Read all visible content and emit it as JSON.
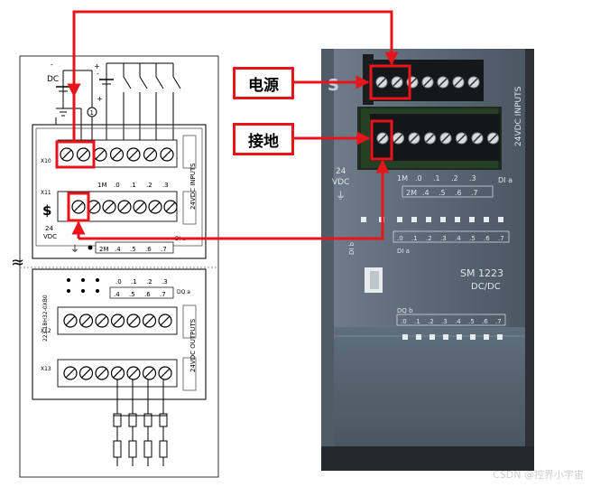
{
  "callouts": {
    "power": "电源",
    "ground": "接地"
  },
  "watermark": "CSDN @控界小宇宙",
  "colors": {
    "accent": "#e8141c",
    "module_body": "#5c6b78",
    "terminal": "#1c1d1f"
  },
  "schematic": {
    "dc_label": "DC",
    "x10": "X10",
    "x11": "X11",
    "x12": "X12",
    "x13": "X13",
    "vdc": "24\nVDC",
    "inputs_vertical": "24VDC INPUTS",
    "outputs_vertical": "24VDC OUTPUTS",
    "part_number": "223-1BH32-0XB0",
    "di_row1": [
      "1M",
      ".0",
      ".1",
      ".2",
      ".3"
    ],
    "di_row2": [
      "2M",
      ".4",
      ".5",
      ".6",
      ".7"
    ],
    "di_suffix": "DI a",
    "dq_row1": [
      ".0",
      ".1",
      ".2",
      ".3"
    ],
    "dq_row2": [
      ".4",
      ".5",
      ".6",
      ".7"
    ],
    "dq_suffix": "DQ a",
    "fuse_mark": "1",
    "squiggle": "≈"
  },
  "photo": {
    "model": "SM 1223",
    "model_sub": "DC/DC",
    "inputs_vertical": "24VDC INPUTS",
    "vdc": "24\nVDC",
    "di_a_row1": [
      "1M",
      ".0",
      ".1",
      ".2",
      ".3"
    ],
    "di_a_row2": [
      "2M",
      ".4",
      ".5",
      ".6",
      ".7"
    ],
    "di_a_suffix": "DI a",
    "di_b_label": "DI b",
    "led_di_a": [
      ".0",
      ".1",
      ".2",
      ".3",
      ".4",
      ".5",
      ".6",
      ".7"
    ],
    "led_di_a_suffix": "DI a",
    "dq_b_label": "DQ b",
    "led_dq_b": [
      ".0",
      ".1",
      ".2",
      ".3",
      ".4",
      ".5",
      ".6",
      ".7"
    ]
  }
}
